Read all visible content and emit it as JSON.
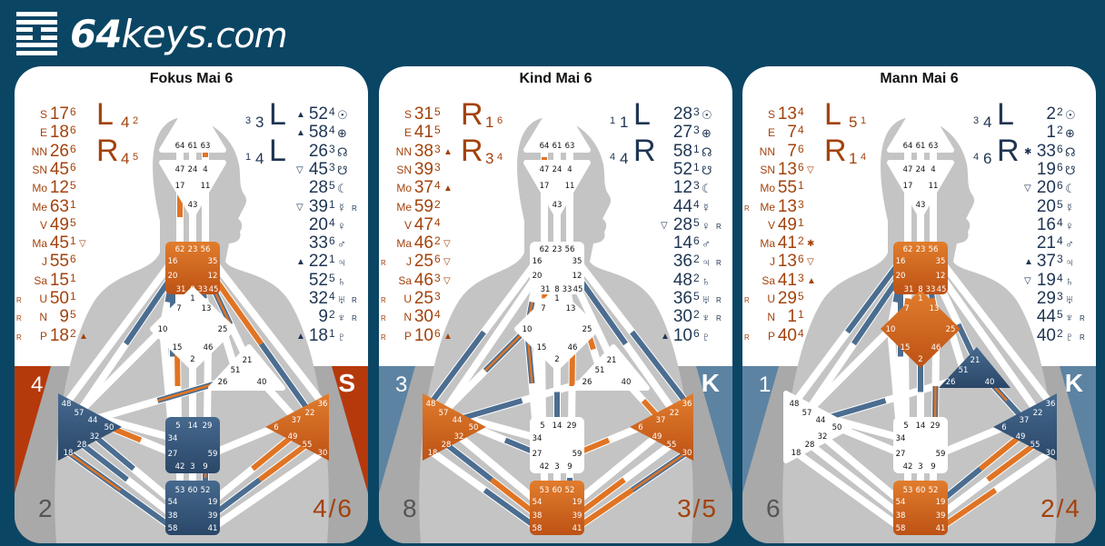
{
  "site": {
    "logo_bold": "64",
    "logo_keys": "keys",
    "logo_domain": ".com"
  },
  "colors": {
    "background": "#0b4564",
    "design": "#a3420c",
    "personality": "#1e3552",
    "orange": "#d86d22",
    "blue": "#36597d"
  },
  "charts": [
    {
      "title": "Fokus Mai 6",
      "band_color": "#b5390b",
      "top_left": "4",
      "top_right": "S",
      "bottom_left": "2",
      "bottom_right": "4/6",
      "variables": {
        "left": [
          {
            "letter": "L",
            "a": "4",
            "b": "2"
          },
          {
            "letter": "R",
            "a": "4",
            "b": "5"
          }
        ],
        "right": [
          {
            "a": "3",
            "b": "3",
            "letter": "L"
          },
          {
            "a": "1",
            "b": "4",
            "letter": "L"
          }
        ]
      },
      "centers": {
        "head": "white",
        "ajna": "white",
        "throat": "orange",
        "g": "white",
        "ego": "white",
        "spleen": "blue",
        "sp": "orange",
        "sacral": "blue",
        "root": "blue"
      },
      "design": [
        {
          "r": "",
          "label": "S",
          "gate": "17",
          "line": "6",
          "mark": ""
        },
        {
          "r": "",
          "label": "E",
          "gate": "18",
          "line": "6",
          "mark": ""
        },
        {
          "r": "",
          "label": "NN",
          "gate": "26",
          "line": "6",
          "mark": ""
        },
        {
          "r": "",
          "label": "SN",
          "gate": "45",
          "line": "6",
          "mark": ""
        },
        {
          "r": "",
          "label": "Mo",
          "gate": "12",
          "line": "5",
          "mark": ""
        },
        {
          "r": "",
          "label": "Me",
          "gate": "63",
          "line": "1",
          "mark": ""
        },
        {
          "r": "",
          "label": "V",
          "gate": "49",
          "line": "5",
          "mark": ""
        },
        {
          "r": "",
          "label": "Ma",
          "gate": "45",
          "line": "1",
          "mark": "▽"
        },
        {
          "r": "",
          "label": "J",
          "gate": "55",
          "line": "6",
          "mark": ""
        },
        {
          "r": "",
          "label": "Sa",
          "gate": "15",
          "line": "1",
          "mark": ""
        },
        {
          "r": "R",
          "label": "U",
          "gate": "50",
          "line": "1",
          "mark": ""
        },
        {
          "r": "R",
          "label": "N",
          "gate": "9",
          "line": "5",
          "mark": ""
        },
        {
          "r": "R",
          "label": "P",
          "gate": "18",
          "line": "2",
          "mark": "▲"
        }
      ],
      "personality": [
        {
          "mark": "▲",
          "gate": "52",
          "line": "4",
          "symbol": "☉",
          "r": ""
        },
        {
          "mark": "▲",
          "gate": "58",
          "line": "4",
          "symbol": "⊕",
          "r": ""
        },
        {
          "mark": "",
          "gate": "26",
          "line": "3",
          "symbol": "☊",
          "r": ""
        },
        {
          "mark": "▽",
          "gate": "45",
          "line": "3",
          "symbol": "☋",
          "r": ""
        },
        {
          "mark": "",
          "gate": "28",
          "line": "5",
          "symbol": "☾",
          "r": ""
        },
        {
          "mark": "▽",
          "gate": "39",
          "line": "1",
          "symbol": "☿",
          "r": "R"
        },
        {
          "mark": "",
          "gate": "20",
          "line": "4",
          "symbol": "♀",
          "r": ""
        },
        {
          "mark": "",
          "gate": "33",
          "line": "6",
          "symbol": "♂",
          "r": ""
        },
        {
          "mark": "▲",
          "gate": "22",
          "line": "1",
          "symbol": "♃",
          "r": ""
        },
        {
          "mark": "",
          "gate": "52",
          "line": "5",
          "symbol": "♄",
          "r": ""
        },
        {
          "mark": "",
          "gate": "32",
          "line": "4",
          "symbol": "♅",
          "r": "R"
        },
        {
          "mark": "",
          "gate": "9",
          "line": "2",
          "symbol": "♆",
          "r": "R"
        },
        {
          "mark": "▲",
          "gate": "18",
          "line": "1",
          "symbol": "♇",
          "r": ""
        }
      ]
    },
    {
      "title": "Kind Mai 6",
      "band_color": "#5d83a2",
      "top_left": "3",
      "top_right": "K",
      "bottom_left": "8",
      "bottom_right": "3/5",
      "variables": {
        "left": [
          {
            "letter": "R",
            "a": "1",
            "b": "6"
          },
          {
            "letter": "R",
            "a": "3",
            "b": "4"
          }
        ],
        "right": [
          {
            "a": "1",
            "b": "1",
            "letter": "L"
          },
          {
            "a": "4",
            "b": "4",
            "letter": "R"
          }
        ]
      },
      "centers": {
        "head": "white",
        "ajna": "white",
        "throat": "white",
        "g": "white",
        "ego": "white",
        "spleen": "orange",
        "sp": "orange",
        "sacral": "white",
        "root": "orange"
      },
      "design": [
        {
          "r": "",
          "label": "S",
          "gate": "31",
          "line": "5",
          "mark": ""
        },
        {
          "r": "",
          "label": "E",
          "gate": "41",
          "line": "5",
          "mark": ""
        },
        {
          "r": "",
          "label": "NN",
          "gate": "38",
          "line": "3",
          "mark": "▲"
        },
        {
          "r": "",
          "label": "SN",
          "gate": "39",
          "line": "3",
          "mark": ""
        },
        {
          "r": "",
          "label": "Mo",
          "gate": "37",
          "line": "4",
          "mark": "▲"
        },
        {
          "r": "",
          "label": "Me",
          "gate": "59",
          "line": "2",
          "mark": ""
        },
        {
          "r": "",
          "label": "V",
          "gate": "47",
          "line": "4",
          "mark": ""
        },
        {
          "r": "",
          "label": "Ma",
          "gate": "46",
          "line": "2",
          "mark": "▽"
        },
        {
          "r": "R",
          "label": "J",
          "gate": "25",
          "line": "6",
          "mark": "▽"
        },
        {
          "r": "",
          "label": "Sa",
          "gate": "46",
          "line": "3",
          "mark": "▽"
        },
        {
          "r": "R",
          "label": "U",
          "gate": "25",
          "line": "3",
          "mark": ""
        },
        {
          "r": "R",
          "label": "N",
          "gate": "30",
          "line": "4",
          "mark": ""
        },
        {
          "r": "R",
          "label": "P",
          "gate": "10",
          "line": "6",
          "mark": "▲"
        }
      ],
      "personality": [
        {
          "mark": "",
          "gate": "28",
          "line": "3",
          "symbol": "☉",
          "r": ""
        },
        {
          "mark": "",
          "gate": "27",
          "line": "3",
          "symbol": "⊕",
          "r": ""
        },
        {
          "mark": "",
          "gate": "58",
          "line": "1",
          "symbol": "☊",
          "r": ""
        },
        {
          "mark": "",
          "gate": "52",
          "line": "1",
          "symbol": "☋",
          "r": ""
        },
        {
          "mark": "",
          "gate": "12",
          "line": "3",
          "symbol": "☾",
          "r": ""
        },
        {
          "mark": "",
          "gate": "44",
          "line": "4",
          "symbol": "☿",
          "r": ""
        },
        {
          "mark": "▽",
          "gate": "28",
          "line": "5",
          "symbol": "♀",
          "r": "R"
        },
        {
          "mark": "",
          "gate": "14",
          "line": "6",
          "symbol": "♂",
          "r": ""
        },
        {
          "mark": "",
          "gate": "36",
          "line": "2",
          "symbol": "♃",
          "r": "R"
        },
        {
          "mark": "",
          "gate": "48",
          "line": "2",
          "symbol": "♄",
          "r": ""
        },
        {
          "mark": "",
          "gate": "36",
          "line": "5",
          "symbol": "♅",
          "r": "R"
        },
        {
          "mark": "",
          "gate": "30",
          "line": "2",
          "symbol": "♆",
          "r": "R"
        },
        {
          "mark": "▲",
          "gate": "10",
          "line": "6",
          "symbol": "♇",
          "r": ""
        }
      ]
    },
    {
      "title": "Mann Mai 6",
      "band_color": "#5d83a2",
      "top_left": "1",
      "top_right": "K",
      "bottom_left": "6",
      "bottom_right": "2/4",
      "variables": {
        "left": [
          {
            "letter": "L",
            "a": "5",
            "b": "1"
          },
          {
            "letter": "R",
            "a": "1",
            "b": "4"
          }
        ],
        "right": [
          {
            "a": "3",
            "b": "4",
            "letter": "L"
          },
          {
            "a": "4",
            "b": "6",
            "letter": "R"
          }
        ]
      },
      "centers": {
        "head": "white",
        "ajna": "white",
        "throat": "orange",
        "g": "orange",
        "ego": "blue",
        "spleen": "white",
        "sp": "blue",
        "sacral": "white",
        "root": "orange"
      },
      "design": [
        {
          "r": "",
          "label": "S",
          "gate": "13",
          "line": "4",
          "mark": ""
        },
        {
          "r": "",
          "label": "E",
          "gate": "7",
          "line": "4",
          "mark": ""
        },
        {
          "r": "",
          "label": "NN",
          "gate": "7",
          "line": "6",
          "mark": ""
        },
        {
          "r": "",
          "label": "SN",
          "gate": "13",
          "line": "6",
          "mark": "▽"
        },
        {
          "r": "",
          "label": "Mo",
          "gate": "55",
          "line": "1",
          "mark": ""
        },
        {
          "r": "R",
          "label": "Me",
          "gate": "13",
          "line": "3",
          "mark": ""
        },
        {
          "r": "",
          "label": "V",
          "gate": "49",
          "line": "1",
          "mark": ""
        },
        {
          "r": "",
          "label": "Ma",
          "gate": "41",
          "line": "2",
          "mark": "✱"
        },
        {
          "r": "",
          "label": "J",
          "gate": "13",
          "line": "6",
          "mark": "▽"
        },
        {
          "r": "",
          "label": "Sa",
          "gate": "41",
          "line": "3",
          "mark": "▲"
        },
        {
          "r": "R",
          "label": "U",
          "gate": "29",
          "line": "5",
          "mark": ""
        },
        {
          "r": "",
          "label": "N",
          "gate": "1",
          "line": "1",
          "mark": ""
        },
        {
          "r": "R",
          "label": "P",
          "gate": "40",
          "line": "4",
          "mark": ""
        }
      ],
      "personality": [
        {
          "mark": "",
          "gate": "2",
          "line": "2",
          "symbol": "☉",
          "r": ""
        },
        {
          "mark": "",
          "gate": "1",
          "line": "2",
          "symbol": "⊕",
          "r": ""
        },
        {
          "mark": "✱",
          "gate": "33",
          "line": "6",
          "symbol": "☊",
          "r": ""
        },
        {
          "mark": "",
          "gate": "19",
          "line": "6",
          "symbol": "☋",
          "r": ""
        },
        {
          "mark": "▽",
          "gate": "20",
          "line": "6",
          "symbol": "☾",
          "r": ""
        },
        {
          "mark": "",
          "gate": "20",
          "line": "5",
          "symbol": "☿",
          "r": ""
        },
        {
          "mark": "",
          "gate": "16",
          "line": "4",
          "symbol": "♀",
          "r": ""
        },
        {
          "mark": "",
          "gate": "21",
          "line": "4",
          "symbol": "♂",
          "r": ""
        },
        {
          "mark": "▲",
          "gate": "37",
          "line": "3",
          "symbol": "♃",
          "r": ""
        },
        {
          "mark": "▽",
          "gate": "19",
          "line": "4",
          "symbol": "♄",
          "r": ""
        },
        {
          "mark": "",
          "gate": "29",
          "line": "3",
          "symbol": "♅",
          "r": ""
        },
        {
          "mark": "",
          "gate": "44",
          "line": "5",
          "symbol": "♆",
          "r": "R"
        },
        {
          "mark": "",
          "gate": "40",
          "line": "2",
          "symbol": "♇",
          "r": "R"
        }
      ]
    }
  ]
}
